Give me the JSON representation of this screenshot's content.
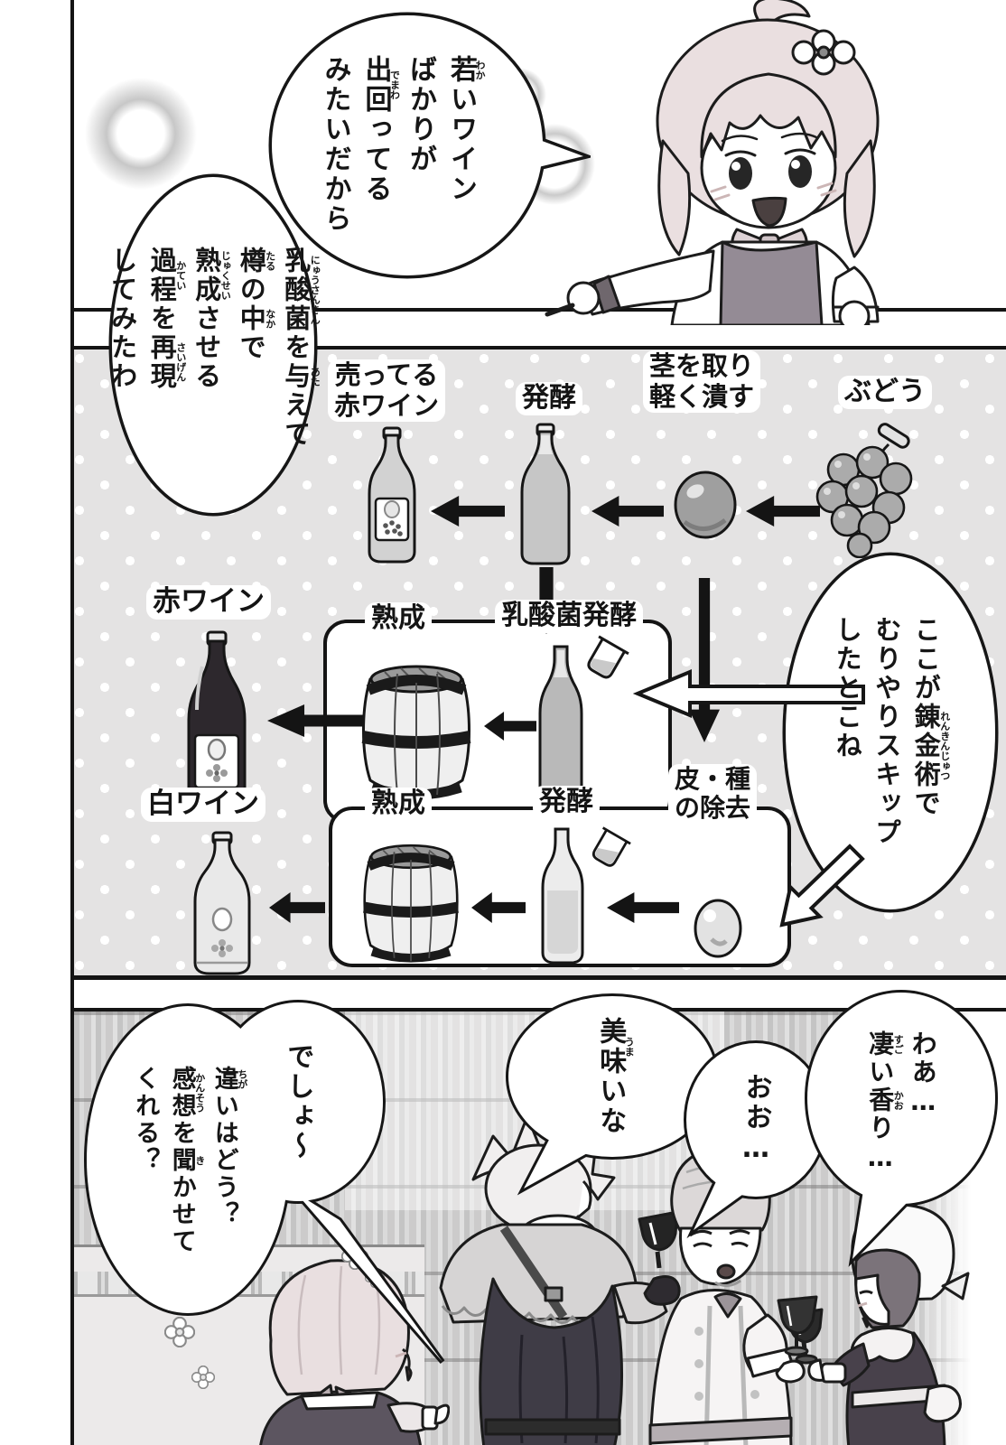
{
  "palette": {
    "ink": "#1a1a1a",
    "paper": "#ffffff",
    "tone_gray": "#e4e3e3",
    "cape_dark": "#3f3c46"
  },
  "icons": [
    "grapes-icon",
    "crushed-grape-icon",
    "peeled-grape-icon",
    "wine-bottle-icon",
    "dark-wine-bottle-icon",
    "white-wine-bottle-icon",
    "barrel-icon",
    "beaker-icon",
    "goblet-icon",
    "flower-icon",
    "flower-hairpin-icon",
    "arrow-left-icon",
    "arrow-down-icon",
    "outline-arrow-icon"
  ],
  "panel1": {
    "bubble_young_wine": {
      "cols": [
        [
          {
            "t": "若",
            "r": "わか"
          },
          {
            "t": "いワイン"
          }
        ],
        [
          {
            "t": "ばかりが"
          }
        ],
        [
          {
            "t": "出回",
            "r": "でまわ"
          },
          {
            "t": "ってる"
          }
        ],
        [
          {
            "t": "みたいだから"
          }
        ]
      ]
    },
    "bubble_lactic": {
      "cols": [
        [
          {
            "t": "乳酸菌",
            "r": "にゅうさんきん"
          },
          {
            "t": "を"
          },
          {
            "t": "与",
            "r": "あた"
          },
          {
            "t": "えて"
          }
        ],
        [
          {
            "t": "樽",
            "r": "たる"
          },
          {
            "t": "の"
          },
          {
            "t": "中",
            "r": "なか"
          },
          {
            "t": "で"
          }
        ],
        [
          {
            "t": "熟成",
            "r": "じゅくせい"
          },
          {
            "t": "させる"
          }
        ],
        [
          {
            "t": "過程",
            "r": "かてい"
          },
          {
            "t": "を"
          },
          {
            "t": "再現",
            "r": "さいげん"
          }
        ],
        [
          {
            "t": "してみたわ"
          }
        ]
      ]
    }
  },
  "diagram": {
    "labels": {
      "grapes": "ぶどう",
      "destem": [
        "茎を取り",
        "軽く潰す"
      ],
      "ferment": "発酵",
      "sold": [
        "売ってる",
        "赤ワイン"
      ],
      "red_wine": "赤ワイン",
      "aging": "熟成",
      "malo": "乳酸菌発酵",
      "white_wine": "白ワイン",
      "aging2": "熟成",
      "ferment2": "発酵",
      "skin_seed": [
        "皮・種",
        "の除去"
      ]
    },
    "bubble_skip": {
      "cols": [
        [
          {
            "t": "ここが"
          },
          {
            "t": "錬金術",
            "r": "れんきんじゅつ"
          },
          {
            "t": "で"
          }
        ],
        [
          {
            "t": "むりやりスキップ"
          }
        ],
        [
          {
            "t": "したとこね"
          }
        ]
      ]
    }
  },
  "panel3": {
    "bubble_wow": {
      "cols": [
        [
          {
            "t": "わあ…"
          }
        ],
        [
          {
            "t": "凄",
            "r": "すご"
          },
          {
            "t": "い"
          },
          {
            "t": "香",
            "r": "かお"
          },
          {
            "t": "り…"
          }
        ]
      ]
    },
    "bubble_oh": {
      "cols": [
        [
          {
            "t": "おお…"
          }
        ]
      ]
    },
    "bubble_tasty": {
      "cols": [
        [
          {
            "t": "美味",
            "r": "うま"
          },
          {
            "t": "いな"
          }
        ]
      ]
    },
    "bubble_desho": {
      "cols": [
        [
          {
            "t": "でしょ〜"
          }
        ]
      ]
    },
    "bubble_ask": {
      "cols": [
        [
          {
            "t": "違",
            "r": "ちが"
          },
          {
            "t": "いはどう？"
          }
        ],
        [
          {
            "t": "感想",
            "r": "かんそう"
          },
          {
            "t": "を"
          },
          {
            "t": "聞",
            "r": "き"
          },
          {
            "t": "かせて"
          }
        ],
        [
          {
            "t": "くれる？"
          }
        ]
      ]
    }
  }
}
